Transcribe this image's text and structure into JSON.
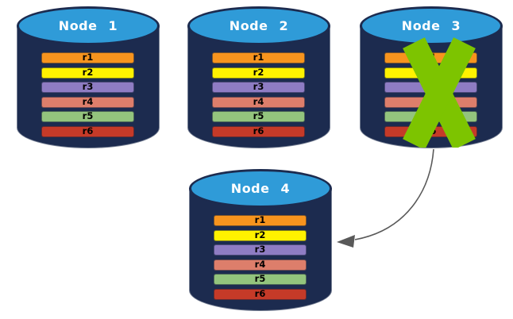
{
  "diagram": {
    "background": "#FFFFFF",
    "nodes": [
      {
        "id": "node-1",
        "label": "Node 1",
        "failed": false
      },
      {
        "id": "node-2",
        "label": "Node 2",
        "failed": false
      },
      {
        "id": "node-3",
        "label": "Node 3",
        "failed": true
      },
      {
        "id": "node-4",
        "label": "Node 4",
        "failed": false
      }
    ],
    "replicas": [
      {
        "label": "r1",
        "color": "#F7941E"
      },
      {
        "label": "r2",
        "color": "#FFF200"
      },
      {
        "label": "r3",
        "color": "#8E7CC3"
      },
      {
        "label": "r4",
        "color": "#DD7E6B"
      },
      {
        "label": "r5",
        "color": "#93C47D"
      },
      {
        "label": "r6",
        "color": "#C53A28"
      }
    ],
    "colors": {
      "cylinder_body": "#1C2B4F",
      "cylinder_top": "#2F9BD8",
      "failure_x": "#7DC400",
      "arrow": "#595959",
      "node_title_text": "#FFFFFF",
      "replica_label_text": "#000000"
    },
    "arrow": {
      "from": "node-3",
      "to": "node-4"
    }
  }
}
